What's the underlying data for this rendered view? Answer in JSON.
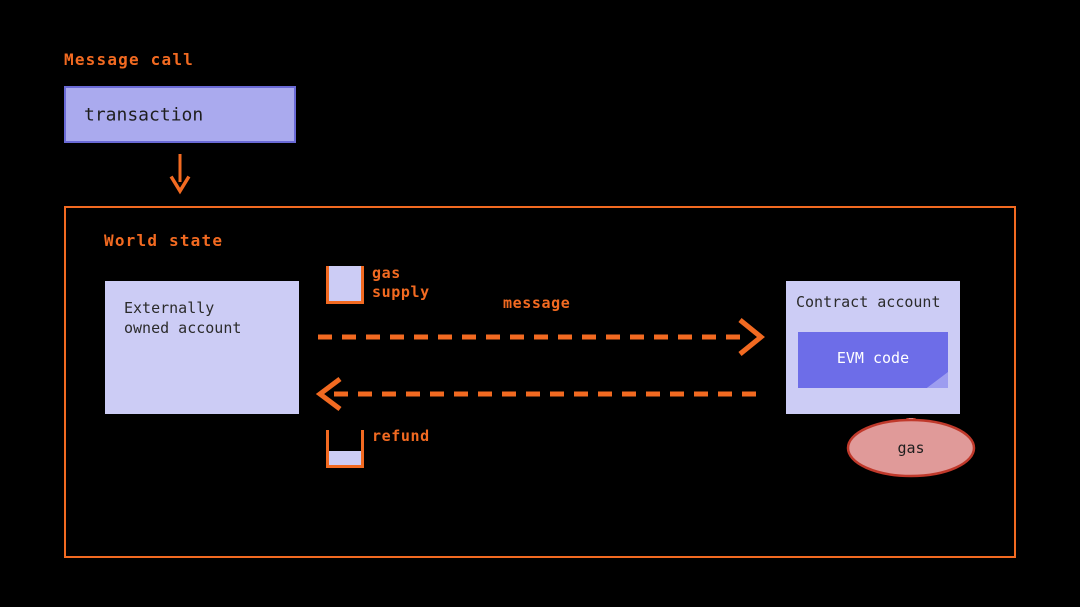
{
  "diagram": {
    "title": "Message call",
    "background_color": "#000000",
    "accent_color": "#f26a21",
    "box_fill_color": "#ccccf5",
    "code_fill_color": "#6d6de8",
    "gas_fill_color": "#e09a99",
    "gas_border_color": "#c0392b"
  },
  "message_call": {
    "heading": "Message call",
    "transaction_box": {
      "label": "transaction"
    },
    "flow_arrow": {
      "name": "transaction-to-world-state-arrow",
      "direction": "down"
    }
  },
  "world_state": {
    "heading": "World state",
    "externally_owned_account": {
      "label": "Externally\nowned account"
    },
    "contract_account": {
      "label": "Contract account",
      "code_label": "EVM code",
      "gas_bubble_label": "gas"
    },
    "gas_supply": {
      "label": "gas\nsupply",
      "fill_percent": 100
    },
    "refund": {
      "label": "refund",
      "fill_percent": 40
    },
    "message_arrow": {
      "label": "message",
      "direction": "right",
      "style": "dashed"
    },
    "return_arrow": {
      "label": "",
      "direction": "left",
      "style": "dashed"
    }
  }
}
